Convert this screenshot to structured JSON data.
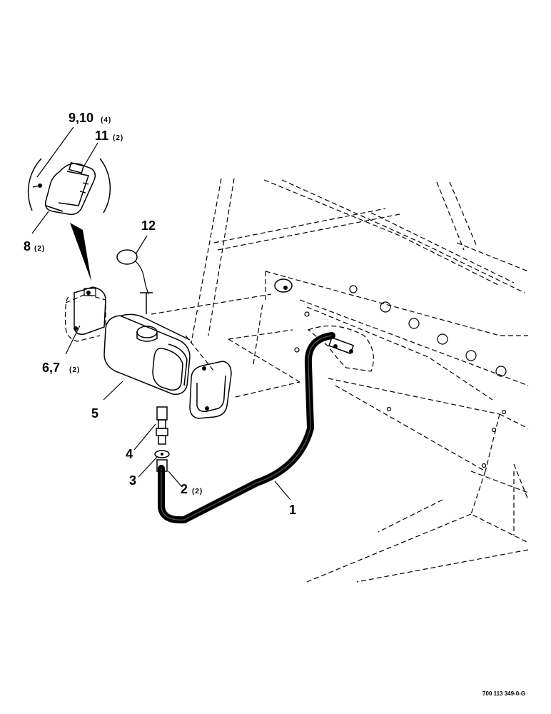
{
  "callouts": {
    "c9_10": {
      "num": "9,10",
      "qty": "(4)"
    },
    "c11": {
      "num": "11",
      "qty": "(2)"
    },
    "c8": {
      "num": "8",
      "qty": "(2)"
    },
    "c12": {
      "num": "12"
    },
    "c6_7": {
      "num": "6,7",
      "qty": "(2)"
    },
    "c5": {
      "num": "5"
    },
    "c4": {
      "num": "4"
    },
    "c3": {
      "num": "3"
    },
    "c2": {
      "num": "2",
      "qty": "(2)"
    },
    "c1": {
      "num": "1"
    }
  },
  "drawing_code": "700 113 349-0-G"
}
